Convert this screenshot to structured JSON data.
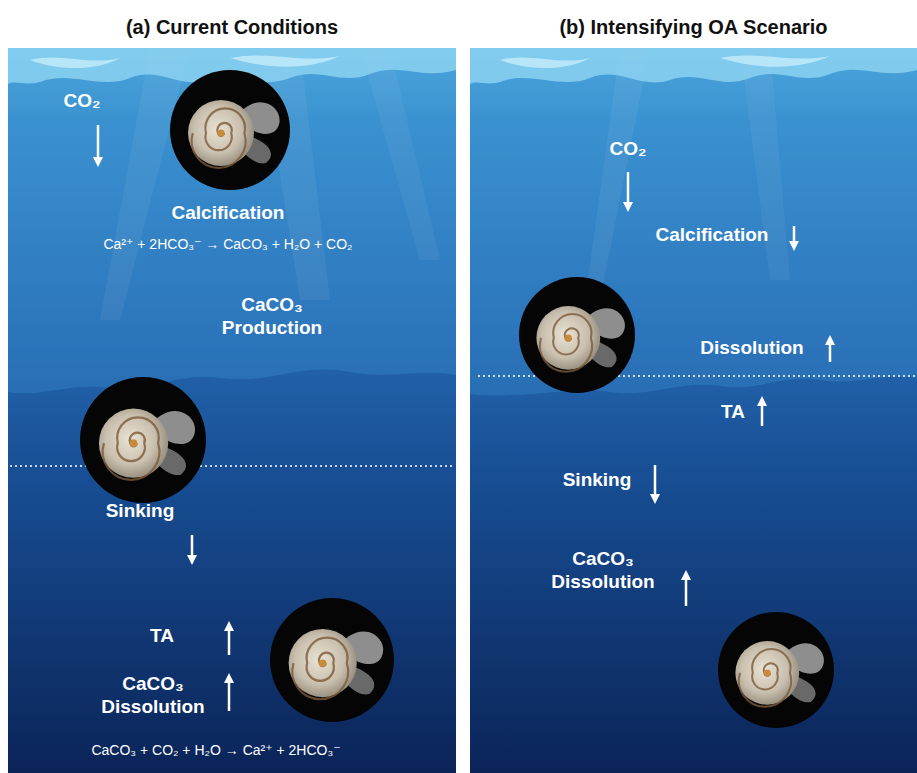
{
  "diagram": {
    "nodes": [
      {
        "text": [
          "(a) Current Conditions"
        ]
      },
      {
        "text": [
          "(b) Intensifying OA Scenario"
        ]
      }
    ],
    "labels": [
      "CO₂",
      "Calcification",
      "Ca²⁺ + 2HCO₃⁻ → CaCO₃ + H₂O + CO₂",
      "CaCO₃ Production",
      "Sinking",
      "TA",
      "CaCO₃ Dissolution",
      "CaCO₃ + CO₂ + H₂O → Ca²⁺ + 2HCO₃⁻",
      "CO₂",
      "Calcification",
      "Dissolution",
      "TA",
      "Sinking",
      "CaCO₃ Dissolution"
    ]
  }
}
